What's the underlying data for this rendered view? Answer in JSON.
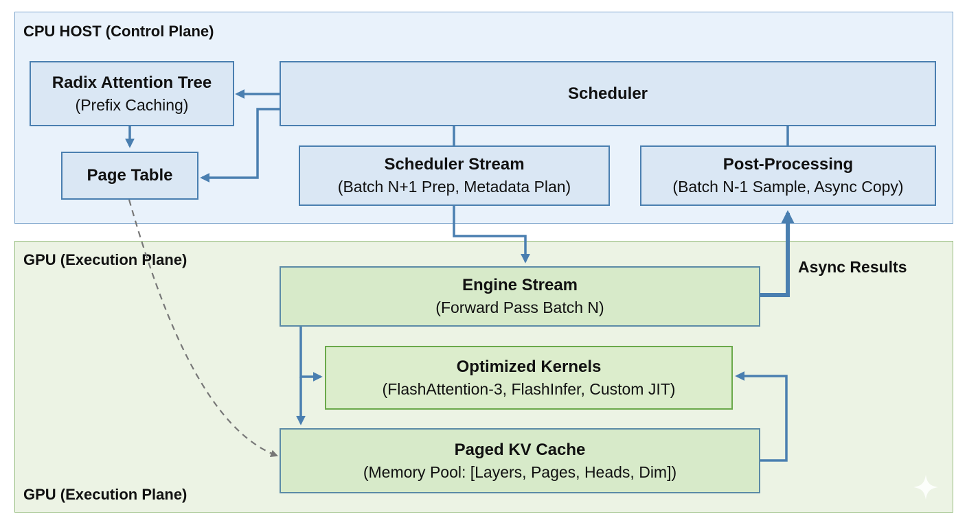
{
  "cpu_plane": {
    "label": "CPU HOST (Control Plane)"
  },
  "gpu_plane": {
    "label_top": "GPU (Execution Plane)",
    "label_bottom": "GPU (Execution Plane)"
  },
  "boxes": {
    "radix": {
      "title": "Radix Attention Tree",
      "subtitle": "(Prefix Caching)"
    },
    "page_table": {
      "title": "Page Table"
    },
    "scheduler": {
      "title": "Scheduler"
    },
    "scheduler_stream": {
      "title": "Scheduler Stream",
      "subtitle": "(Batch N+1 Prep, Metadata Plan)"
    },
    "post_processing": {
      "title": "Post-Processing",
      "subtitle": "(Batch N-1 Sample, Async Copy)"
    },
    "engine_stream": {
      "title": "Engine Stream",
      "subtitle": "(Forward Pass Batch N)"
    },
    "kernels": {
      "title": "Optimized Kernels",
      "subtitle": "(FlashAttention-3, FlashInfer, Custom JIT)"
    },
    "kv_cache": {
      "title": "Paged KV Cache",
      "subtitle": "(Memory Pool: [Layers, Pages, Heads, Dim])"
    }
  },
  "annotations": {
    "async_results": "Async Results"
  },
  "colors": {
    "arrow": "#4a7fb0",
    "dashed": "#777777",
    "cpu_fill": "#e9f2fb",
    "gpu_fill": "#ecf3e4"
  }
}
